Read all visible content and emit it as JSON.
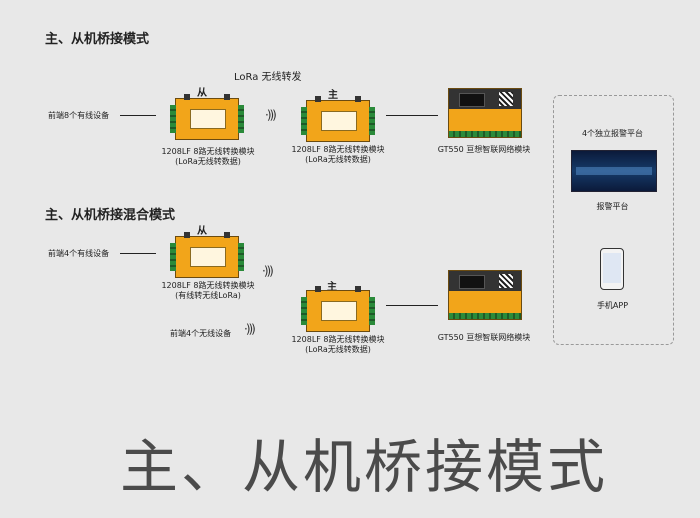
{
  "section1": {
    "title": "主、从机桥接模式",
    "lora_label": "LoRa  无线转发",
    "slave_tag": "从",
    "master_tag": "主",
    "left_label": "前端8个有线设备",
    "slave_caption_1": "1208LF 8路无线转换模块",
    "slave_caption_2": "(LoRa无线转数据)",
    "master_caption_1": "1208LF 8路无线转换模块",
    "master_caption_2": "(LoRa无线转数据)",
    "gt_caption": "GT550 亘想智联网络模块"
  },
  "section2": {
    "title": "主、从机桥接混合模式",
    "slave_tag": "从",
    "master_tag": "主",
    "left_label_wired": "前端4个有线设备",
    "left_label_wireless": "前端4个无线设备",
    "slave_caption_1": "1208LF 8路无线转换模块",
    "slave_caption_2": "(有线转无线LoRa)",
    "master_caption_1": "1208LF 8路无线转换模块",
    "master_caption_2": "(LoRa无线转数据)",
    "gt_caption": "GT550 亘想智联网络模块"
  },
  "alarm": {
    "count_label": "4个独立报警平台",
    "platform_label": "报警平台",
    "app_label": "手机APP"
  },
  "footer": {
    "big_title": "主、从机桥接模式"
  },
  "icons": {
    "wave": "wireless-wave-icon",
    "phone": "smartphone-icon",
    "platform": "alarm-platform-image"
  }
}
